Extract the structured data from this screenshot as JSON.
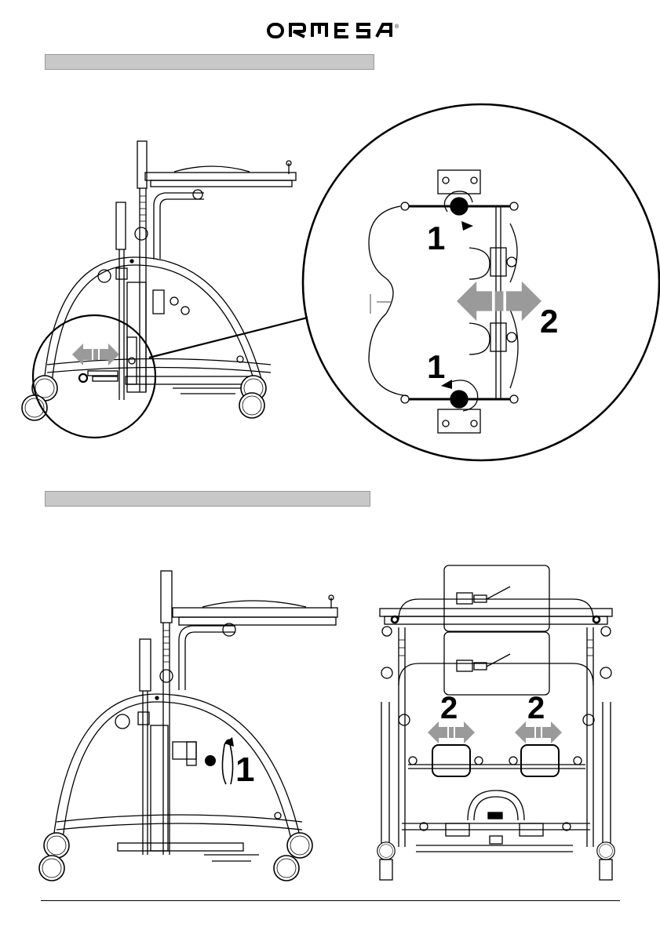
{
  "brand": {
    "name": "ORMESA",
    "letters": [
      "O",
      "R",
      "M",
      "E",
      "S",
      "A"
    ],
    "registered_mark": "®"
  },
  "sections": [
    {
      "id": "section-1",
      "heading": ""
    },
    {
      "id": "section-2",
      "heading": ""
    }
  ],
  "callouts": {
    "detail_step_top": "1",
    "detail_step_bottom": "1",
    "detail_step_slide": "2",
    "knob_step": "1",
    "footrest_left_step": "2",
    "footrest_right_step": "2"
  },
  "icons": [
    "double-arrow-icon",
    "rotate-arrow-icon",
    "knob-icon",
    "caster-wheel-icon"
  ],
  "colors": {
    "bar": "#c8c8c8",
    "arrow": "#9a9a9a",
    "line": "#000000"
  }
}
